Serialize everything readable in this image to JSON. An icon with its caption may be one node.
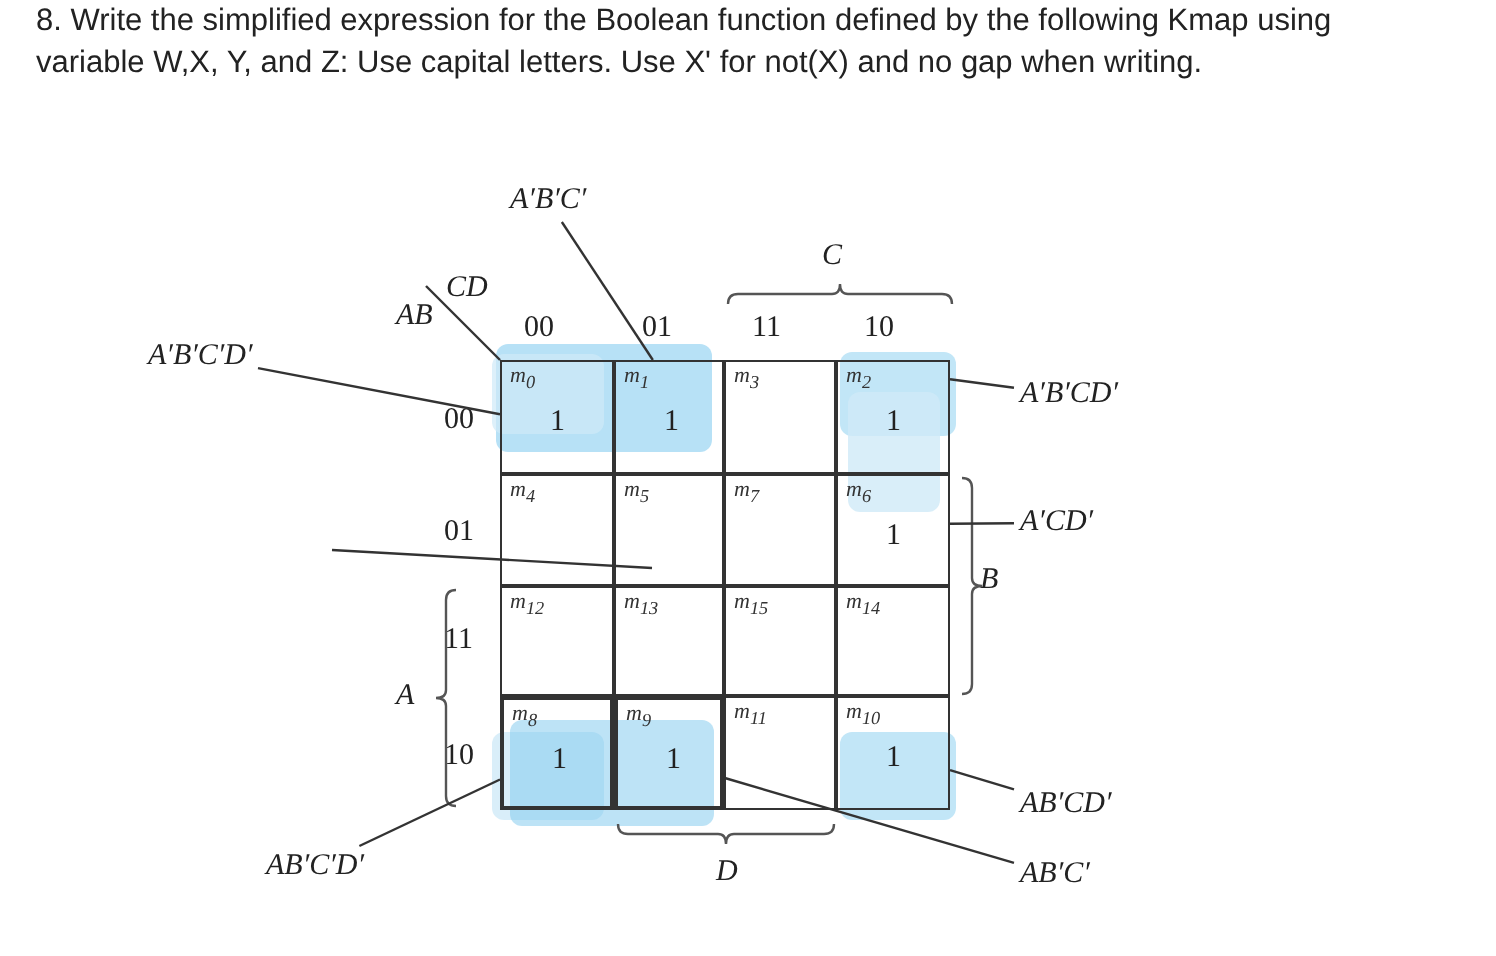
{
  "diagram": {
    "title": "8. Write the simplified expression for the Boolean function defined by the following Kmap using variable W,X, Y, and Z: Use capital letters. Use X' for not(X) and no gap when writing.",
    "nodes": [
      {
        "text": [
          "m$_{0}$",
          "1"
        ]
      },
      {
        "text": [
          "m$_{1}$",
          "1"
        ]
      },
      {
        "text": [
          "m$_{3}$"
        ]
      },
      {
        "text": [
          "m$_{2}$",
          "1"
        ]
      },
      {
        "text": [
          "m$_{4}$"
        ]
      },
      {
        "text": [
          "m$_{5}$"
        ]
      },
      {
        "text": [
          "m$_{7}$"
        ]
      },
      {
        "text": [
          "m$_{6}$",
          "1"
        ]
      },
      {
        "text": [
          "m$_{12}$"
        ]
      },
      {
        "text": [
          "m$_{13}$"
        ]
      },
      {
        "text": [
          "m$_{15}$"
        ]
      },
      {
        "text": [
          "m$_{14}$"
        ]
      },
      {
        "text": [
          "m$_{8}$",
          "1"
        ]
      },
      {
        "text": [
          "m$_{9}$",
          "1"
        ]
      },
      {
        "text": [
          "m$_{11}$"
        ]
      },
      {
        "text": [
          "m$_{10}$",
          "1"
        ]
      },
      {
        "text": [
          "A′B′C′"
        ]
      },
      {
        "text": [
          "A′B′C′D′"
        ]
      },
      {
        "text": [
          "A′B′CD′"
        ]
      },
      {
        "text": [
          "A′CD′"
        ]
      },
      {
        "text": [
          "AB′CD′"
        ]
      },
      {
        "text": [
          "AB′C′D′"
        ]
      },
      {
        "text": [
          "AB′C′"
        ]
      }
    ],
    "edges": [
      {
        "from": 16,
        "to": 1,
        "arrow": "none"
      },
      {
        "from": 17,
        "to": 0,
        "arrow": "none"
      },
      {
        "from": 18,
        "to": 3,
        "arrow": "none"
      },
      {
        "from": 19,
        "to": 7,
        "arrow": "none"
      },
      {
        "from": 20,
        "to": 15,
        "arrow": "none"
      },
      {
        "from": 21,
        "to": 12,
        "arrow": "none"
      },
      {
        "from": 22,
        "to": 13,
        "arrow": "none"
      }
    ],
    "labels": [
      "C",
      "CD",
      "AB",
      "00",
      "01",
      "11",
      "10",
      "00",
      "01",
      "B",
      "11",
      "A",
      "10",
      "D"
    ]
  }
}
